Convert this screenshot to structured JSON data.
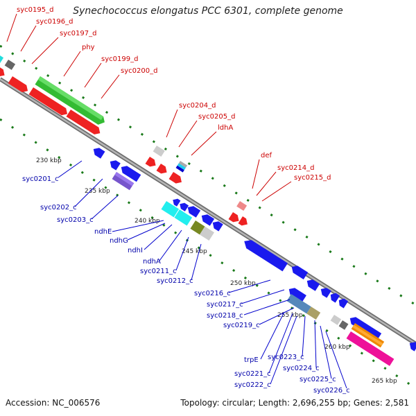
{
  "header": {
    "title": "Synechococcus elongatus PCC 6301, complete genome"
  },
  "footer": {
    "accession": "Accession: NC_006576",
    "summary": "Topology: circular; Length: 2,696,255 bp; Genes: 2,581"
  },
  "colors": {
    "forward_label": "#cc0000",
    "reverse_label": "#0000aa",
    "backbone": "#888888",
    "tick": "#1a7a1a"
  },
  "scale_labels": [
    "230 kbp",
    "235 kbp",
    "240 kbp",
    "245 kbp",
    "250 kbp",
    "255 kbp",
    "260 kbp",
    "265 kbp"
  ],
  "forward_genes": [
    "syc0195_d",
    "syc0196_d",
    "syc0197_d",
    "phy",
    "syc0199_d",
    "syc0200_d",
    "syc0204_d",
    "syc0205_d",
    "ldhA",
    "def",
    "syc0214_d",
    "syc0215_d"
  ],
  "reverse_genes": [
    "syc0201_c",
    "syc0202_c",
    "syc0203_c",
    "ndhE",
    "ndhG",
    "ndhI",
    "ndhA",
    "syc0211_c",
    "syc0212_c",
    "syc0216_c",
    "syc0217_c",
    "syc0218_c",
    "syc0219_c",
    "trpE",
    "syc0221_c",
    "syc0222_c",
    "syc0223_c",
    "syc0224_c",
    "syc0225_c",
    "syc0226_c"
  ]
}
